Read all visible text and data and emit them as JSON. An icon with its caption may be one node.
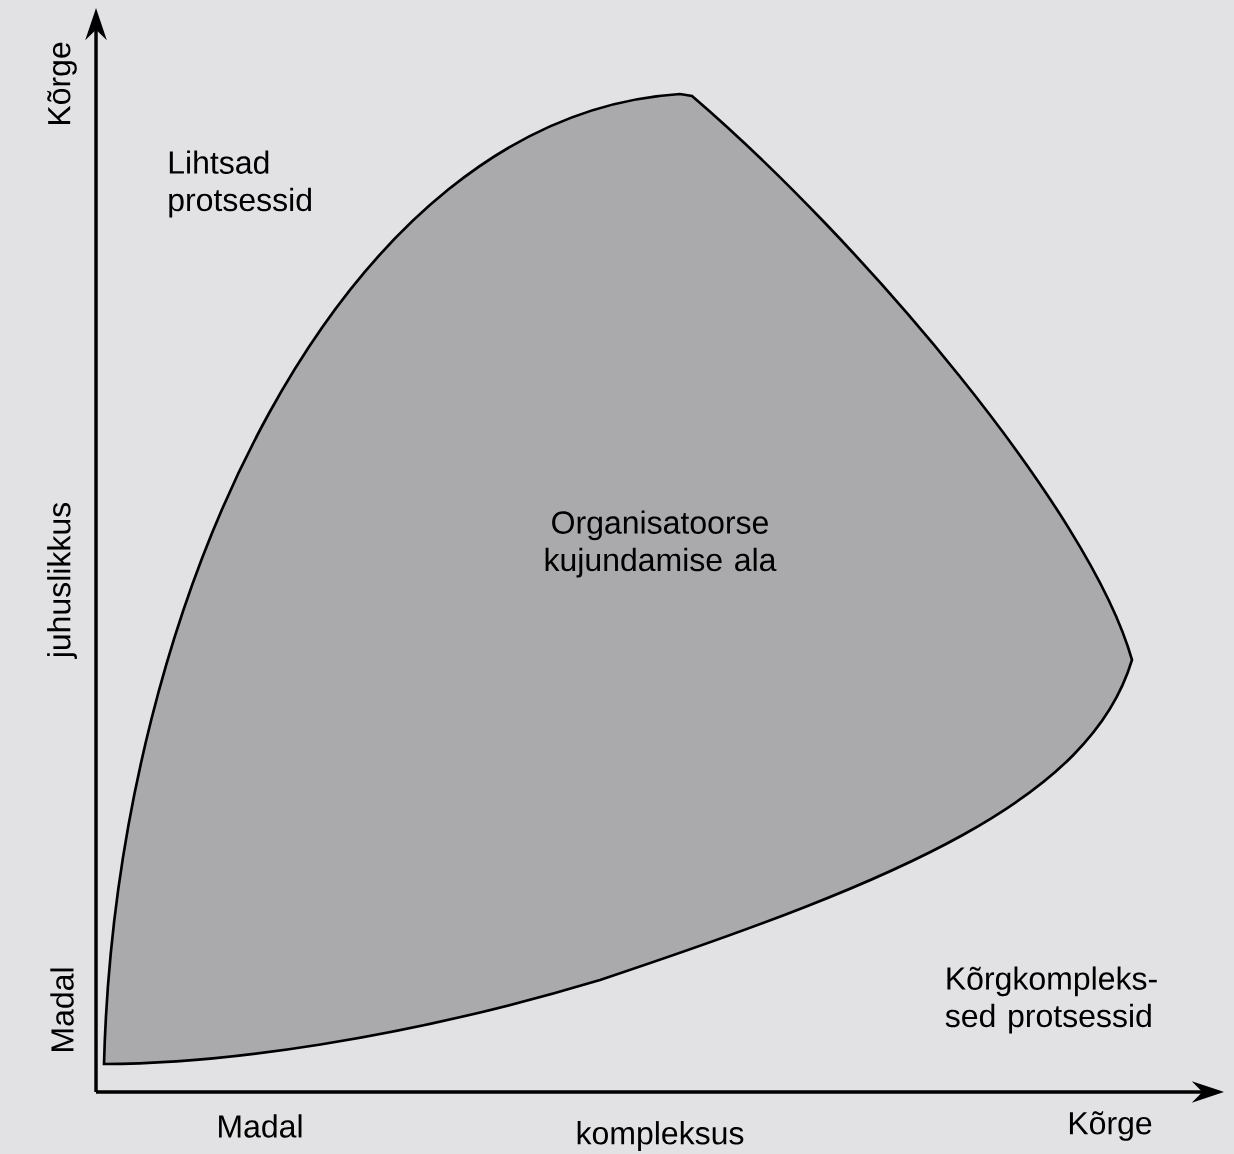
{
  "diagram": {
    "nodes": [
      {
        "text": [
          "Organisatoorse kujundamise ala"
        ]
      }
    ],
    "labels": [
      "Kõrge",
      "Lihtsad protsessid",
      "juhuslikkus",
      "Madal",
      "Kõrgkompleks- sed protsessid",
      "Madal",
      "Kõrge",
      "kompleksus"
    ]
  }
}
